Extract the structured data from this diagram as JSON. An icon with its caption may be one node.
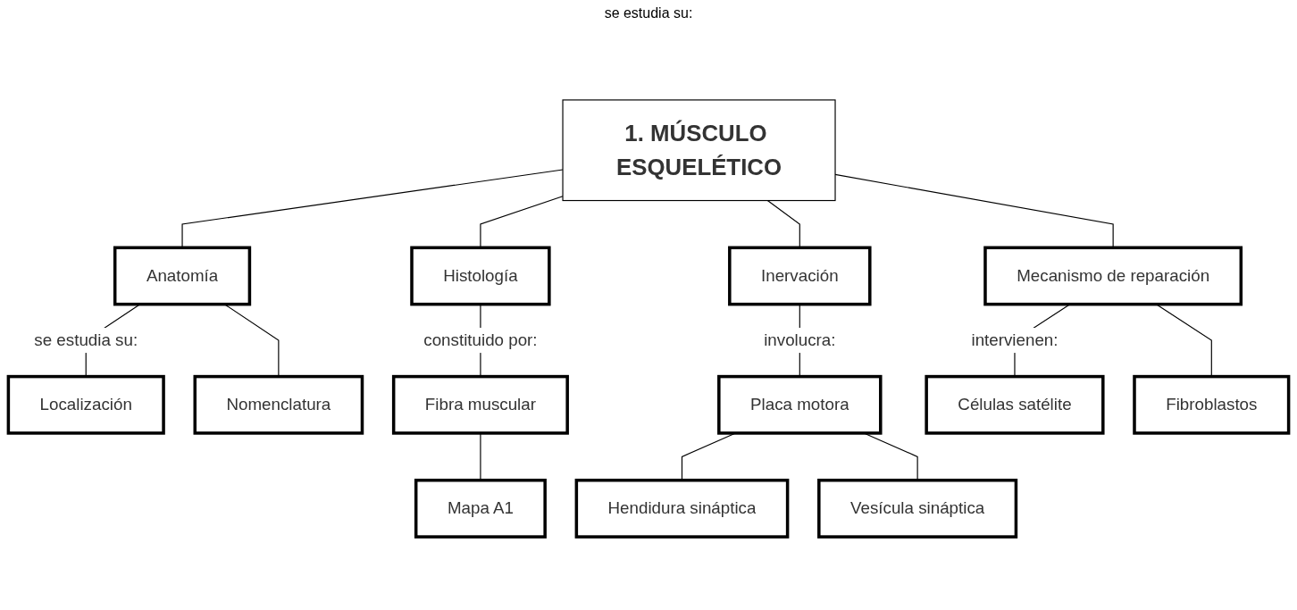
{
  "diagram": {
    "nodes": [
      {
        "text": [
          "1. MÚSCULO ESQUELÉTICO"
        ]
      },
      {
        "text": [
          "Anatomía"
        ]
      },
      {
        "text": [
          "Histología"
        ]
      },
      {
        "text": [
          "Inervación"
        ]
      },
      {
        "text": [
          "Mecanismo de reparación"
        ]
      },
      {
        "text": [
          "Localización"
        ]
      },
      {
        "text": [
          "Nomenclatura"
        ]
      },
      {
        "text": [
          "Fibra muscular"
        ]
      },
      {
        "text": [
          "Mapa A1"
        ]
      },
      {
        "text": [
          "Placa motora"
        ]
      },
      {
        "text": [
          "Hendidura sináptica"
        ]
      },
      {
        "text": [
          "Vesícula sináptica"
        ]
      },
      {
        "text": [
          "Células satélite"
        ]
      },
      {
        "text": [
          "Fibroblastos"
        ]
      }
    ],
    "edges": [
      {
        "from": 0,
        "to": 1,
        "arrow": "none"
      },
      {
        "from": 0,
        "to": 2,
        "arrow": "none"
      },
      {
        "from": 0,
        "to": 3,
        "arrow": "none"
      },
      {
        "from": 0,
        "to": 4,
        "arrow": "none"
      },
      {
        "from": 1,
        "to": 5,
        "arrow": "none",
        "label": "se estudia su:"
      },
      {
        "from": 1,
        "to": 6,
        "arrow": "none"
      },
      {
        "from": 2,
        "to": 7,
        "arrow": "none",
        "label": "constituido por:"
      },
      {
        "from": 7,
        "to": 8,
        "arrow": "none"
      },
      {
        "from": 3,
        "to": 9,
        "arrow": "none",
        "label": "involucra:"
      },
      {
        "from": 9,
        "to": 10,
        "arrow": "none"
      },
      {
        "from": 9,
        "to": 11,
        "arrow": "none"
      },
      {
        "from": 4,
        "to": 12,
        "arrow": "none",
        "label": "intervienen:"
      },
      {
        "from": 4,
        "to": 13,
        "arrow": "none"
      }
    ],
    "labels": [
      "se estudia su:"
    ]
  }
}
